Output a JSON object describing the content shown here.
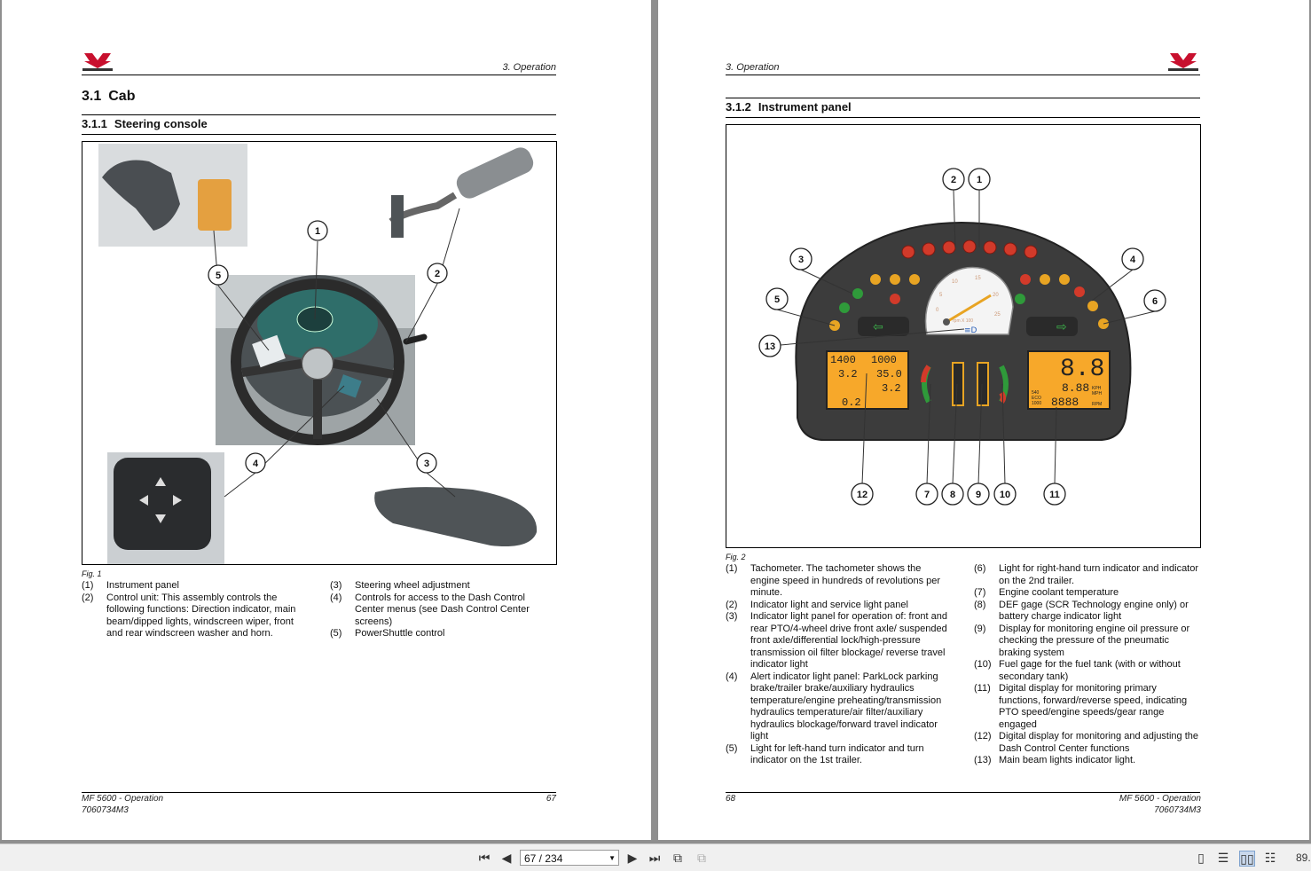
{
  "left_page": {
    "header_section": "3. Operation",
    "heading1": {
      "number": "3.1",
      "title": "Cab"
    },
    "heading2": {
      "number": "3.1.1",
      "title": "Steering console"
    },
    "figure_caption": "Fig. 1",
    "callouts": [
      "1",
      "2",
      "3",
      "4",
      "5"
    ],
    "legend_col1": [
      {
        "num": "(1)",
        "text": "Instrument panel"
      },
      {
        "num": "(2)",
        "text": "Control unit: This assembly controls the following functions: Direction indicator, main beam/dipped lights, windscreen wiper, front and rear windscreen washer and horn."
      }
    ],
    "legend_col2": [
      {
        "num": "(3)",
        "text": "Steering wheel adjustment"
      },
      {
        "num": "(4)",
        "text": "Controls for access to the Dash Control Center menus (see Dash Control Center screens)"
      },
      {
        "num": "(5)",
        "text": "PowerShuttle control"
      }
    ],
    "footer": {
      "title": "MF 5600 - Operation",
      "code": "7060734M3",
      "page": "67"
    }
  },
  "right_page": {
    "header_section": "3. Operation",
    "heading2": {
      "number": "3.1.2",
      "title": "Instrument panel"
    },
    "figure_caption": "Fig. 2",
    "callouts": [
      "1",
      "2",
      "3",
      "4",
      "5",
      "6",
      "7",
      "8",
      "9",
      "10",
      "11",
      "12",
      "13"
    ],
    "dash_display": {
      "left_lcd": [
        "1400",
        "1000",
        "3.2",
        "35.0",
        "3.2",
        "0.2"
      ],
      "right_lcd": [
        "8.8",
        "8.88",
        "8888"
      ],
      "right_lcd_units": [
        "KPH",
        "MPH",
        "RPM"
      ],
      "pto_labels": [
        "540",
        "ECO",
        "1000"
      ],
      "tach_label": "rpm X 100",
      "tach_ticks": [
        "0",
        "5",
        "10",
        "15",
        "20",
        "25"
      ]
    },
    "legend_col1": [
      {
        "num": "(1)",
        "text": "Tachometer. The tachometer shows the engine speed in hundreds of revolutions per minute."
      },
      {
        "num": "(2)",
        "text": "Indicator light and service light panel"
      },
      {
        "num": "(3)",
        "text": "Indicator light panel for operation of: front and rear PTO/4-wheel drive front axle/ suspended front axle/differential lock/high-pressure transmission oil filter blockage/ reverse travel indicator light"
      },
      {
        "num": "(4)",
        "text": "Alert indicator light panel: ParkLock parking brake/trailer brake/auxiliary hydraulics temperature/engine preheating/transmission hydraulics temperature/air filter/auxiliary hydraulics blockage/forward travel indicator light"
      },
      {
        "num": "(5)",
        "text": "Light for left-hand turn indicator and turn indicator on the 1st trailer."
      }
    ],
    "legend_col2": [
      {
        "num": "(6)",
        "text": "Light for right-hand turn indicator and indicator on the 2nd trailer."
      },
      {
        "num": "(7)",
        "text": "Engine coolant temperature"
      },
      {
        "num": "(8)",
        "text": "DEF gage (SCR Technology engine only) or battery charge indicator light"
      },
      {
        "num": "(9)",
        "text": "Display for monitoring engine oil pressure or checking the pressure of the pneumatic braking system"
      },
      {
        "num": "(10)",
        "text": "Fuel gage for the fuel tank (with or without secondary tank)"
      },
      {
        "num": "(11)",
        "text": "Digital display for monitoring primary functions, forward/reverse speed, indicating PTO speed/engine speeds/gear range engaged"
      },
      {
        "num": "(12)",
        "text": "Digital display for monitoring and adjusting the Dash Control Center functions"
      },
      {
        "num": "(13)",
        "text": "Main beam lights indicator light."
      }
    ],
    "footer": {
      "title": "MF 5600 - Operation",
      "code": "7060734M3",
      "page": "68"
    }
  },
  "toolbar": {
    "page_indicator": "67 / 234",
    "zoom": "89."
  },
  "colors": {
    "brand_red": "#c8102e",
    "viewer_bg": "#8f8f8f",
    "lcd_amber": "#f7a82a",
    "dash_dark": "#3a3a3a"
  }
}
